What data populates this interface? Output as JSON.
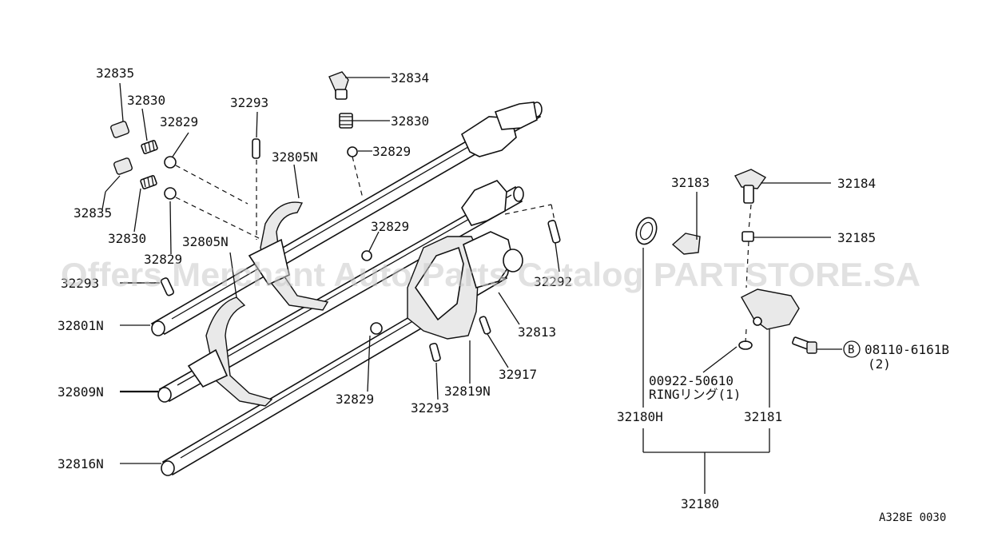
{
  "watermark": "Offers Merchant Auto Parts Catalog PARTSTORE.SA",
  "figure_code": "A328E 0030",
  "labels": {
    "p32835a": "32835",
    "p32830a": "32830",
    "p32829a": "32829",
    "p32835b": "32835",
    "p32830b": "32830",
    "p32829b": "32829",
    "p32293a": "32293",
    "p32805Na": "32805N",
    "p32834": "32834",
    "p32830c": "32830",
    "p32829c": "32829",
    "p32829d": "32829",
    "p32805Nb": "32805N",
    "p32293b": "32293",
    "p32292": "32292",
    "p32801N": "32801N",
    "p32813": "32813",
    "p32917": "32917",
    "p32809N": "32809N",
    "p32829e": "32829",
    "p32819N": "32819N",
    "p32293c": "32293",
    "p32816N": "32816N",
    "p32183": "32183",
    "p32184": "32184",
    "p32185": "32185",
    "bolt_circle": "B",
    "bolt_code": "08110-6161B",
    "bolt_qty": "(2)",
    "ring_code": "00922-50610",
    "ring_desc": "RINGリング(1)",
    "p32180H": "32180H",
    "p32181": "32181",
    "p32180": "32180"
  }
}
